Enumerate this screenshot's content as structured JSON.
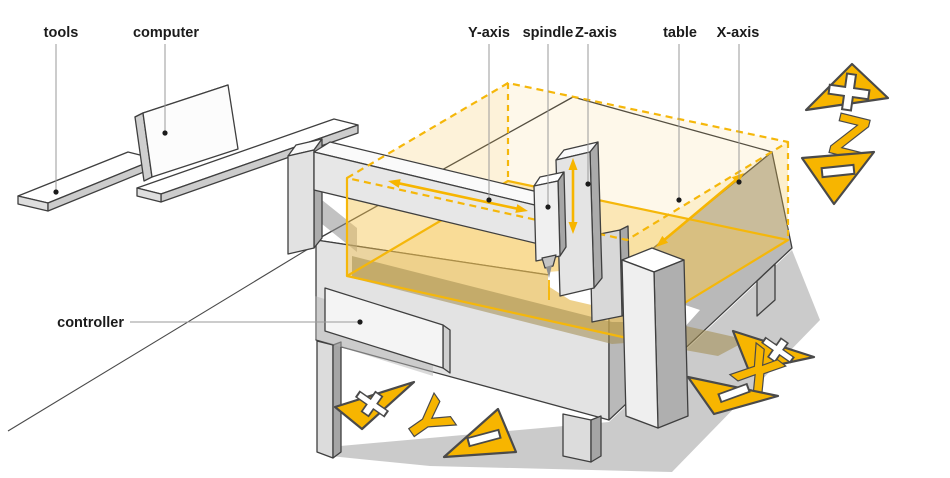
{
  "labels": {
    "tools": "tools",
    "computer": "computer",
    "controller": "controller",
    "y_axis": "Y-axis",
    "spindle": "spindle",
    "z_axis": "Z-axis",
    "table": "table",
    "x_axis": "X-axis"
  },
  "axis_markers": {
    "z": {
      "letter": "Z",
      "plus": "+",
      "minus": "−"
    },
    "x": {
      "letter": "X",
      "plus": "+",
      "minus": "−"
    },
    "y": {
      "letter": "Y",
      "plus": "+",
      "minus": "−"
    }
  },
  "colors": {
    "accent_yellow": "#F7B500",
    "envelope_line": "#F5B70A",
    "envelope_tint": "#F6C550",
    "outline_dark": "#3F3F3F",
    "marker_outline": "#4A4A4A",
    "machine_light": "#E4E4E4",
    "machine_side_shadow": "#ABABAB",
    "leader_gray": "#9A9A9A",
    "label_text": "#1B1B1B",
    "background": "#FFFFFF"
  }
}
